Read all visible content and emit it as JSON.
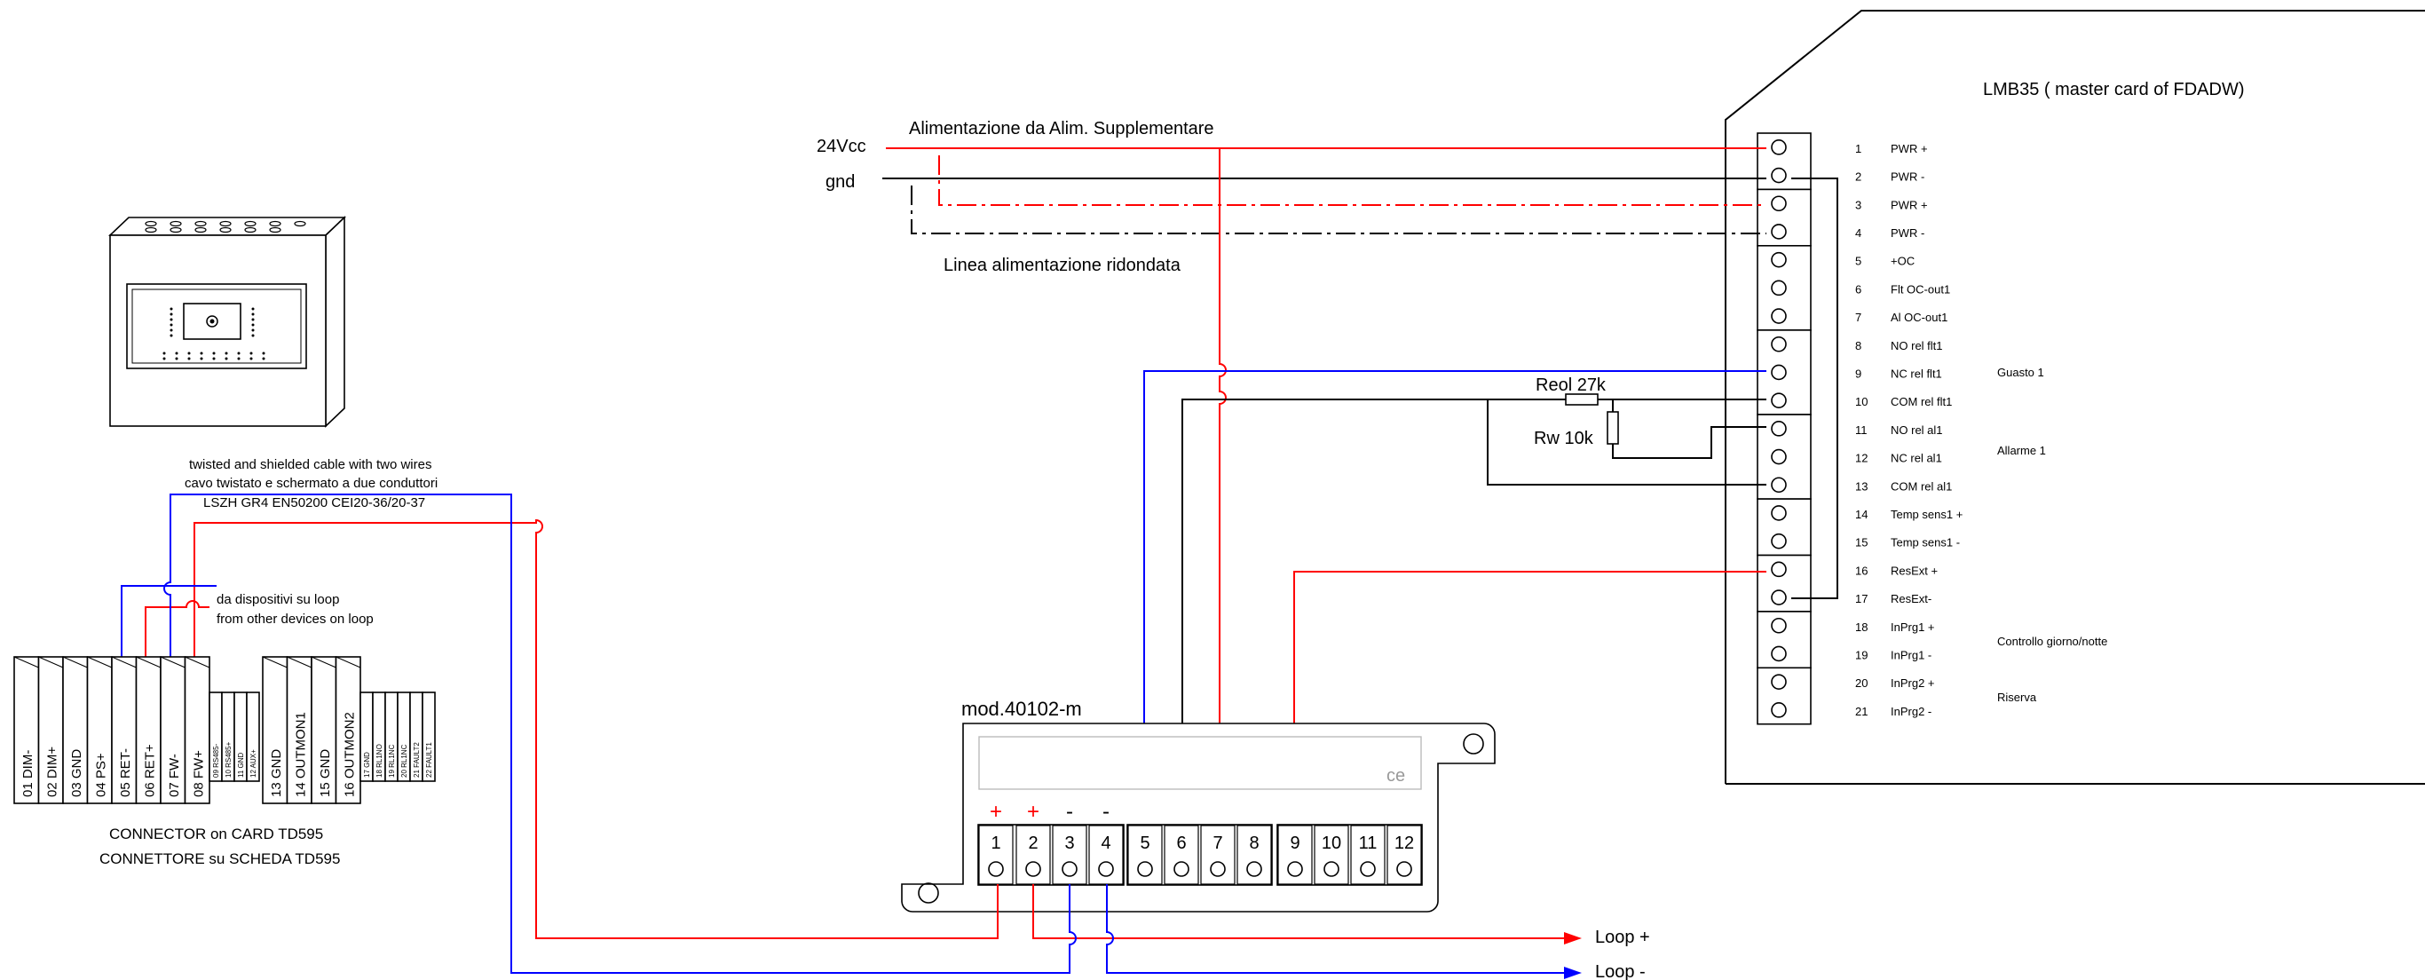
{
  "supply": {
    "v24": "24Vcc",
    "gnd": "gnd",
    "title": "Alimentazione da  Alim. Supplementare",
    "redundant": "Linea alimentazione ridondata"
  },
  "lmb35": {
    "title": "LMB35 ( master card of FDADW)",
    "terminals": [
      {
        "num": "1",
        "label": "PWR +"
      },
      {
        "num": "2",
        "label": "PWR -"
      },
      {
        "num": "3",
        "label": "PWR +"
      },
      {
        "num": "4",
        "label": "PWR -"
      },
      {
        "num": "5",
        "label": "+OC"
      },
      {
        "num": "6",
        "label": "Flt OC-out1"
      },
      {
        "num": "7",
        "label": "Al OC-out1"
      },
      {
        "num": "8",
        "label": "NO rel flt1"
      },
      {
        "num": "9",
        "label": "NC rel flt1"
      },
      {
        "num": "10",
        "label": "COM rel flt1"
      },
      {
        "num": "11",
        "label": "NO rel al1"
      },
      {
        "num": "12",
        "label": "NC rel al1"
      },
      {
        "num": "13",
        "label": "COM rel al1"
      },
      {
        "num": "14",
        "label": "Temp sens1 +"
      },
      {
        "num": "15",
        "label": "Temp sens1 -"
      },
      {
        "num": "16",
        "label": "ResExt +"
      },
      {
        "num": "17",
        "label": "ResExt-"
      },
      {
        "num": "18",
        "label": "InPrg1 +"
      },
      {
        "num": "19",
        "label": "InPrg1 -"
      },
      {
        "num": "20",
        "label": "InPrg2 +"
      },
      {
        "num": "21",
        "label": "InPrg2 -"
      }
    ],
    "groups": {
      "guasto": "Guasto 1",
      "allarme": "Allarme 1",
      "controllo": "Controllo giorno/notte",
      "riserva": "Riserva"
    }
  },
  "resistors": {
    "reol": "Reol 27k",
    "rw": "Rw 10k"
  },
  "module": {
    "title": "mod.40102-m",
    "logo": "ce",
    "polarity": [
      "+",
      "+",
      "-",
      "-"
    ],
    "terminals": [
      "1",
      "2",
      "3",
      "4",
      "5",
      "6",
      "7",
      "8",
      "9",
      "10",
      "11",
      "12"
    ]
  },
  "loop": {
    "plus": "Loop +",
    "minus": "Loop -"
  },
  "cable": {
    "line1": "twisted and shielded cable with two wires",
    "line2": "cavo twistato e schermato a due conduttori",
    "line3": "LSZH GR4 EN50200 CEI20-36/20-37"
  },
  "devices": {
    "line1": "da dispositivi su loop",
    "line2": "from other devices on loop"
  },
  "connector": {
    "caption1": "CONNECTOR on CARD TD595",
    "caption2": "CONNETTORE su SCHEDA TD595",
    "large_a": [
      "01  DIM-",
      "02  DIM+",
      "03  GND",
      "04  PS+",
      "05  RET-",
      "06  RET+",
      "07  FW-",
      "08  FW+"
    ],
    "small_a": [
      "09  RS485-",
      "10  RS485+",
      "11  GND",
      "12  AUX+"
    ],
    "large_b": [
      "13  GND",
      "14  OUTMON1",
      "15  GND",
      "16  OUTMON2"
    ],
    "small_b": [
      "17  GND",
      "18  RL1NO",
      "19  RL1NC",
      "20  RL1NC",
      "21  FAULT2",
      "22  FAULT1"
    ]
  },
  "colors": {
    "positive_wire": "#ff0000",
    "negative_wire": "#0000ff",
    "ground_wire": "#000000"
  }
}
